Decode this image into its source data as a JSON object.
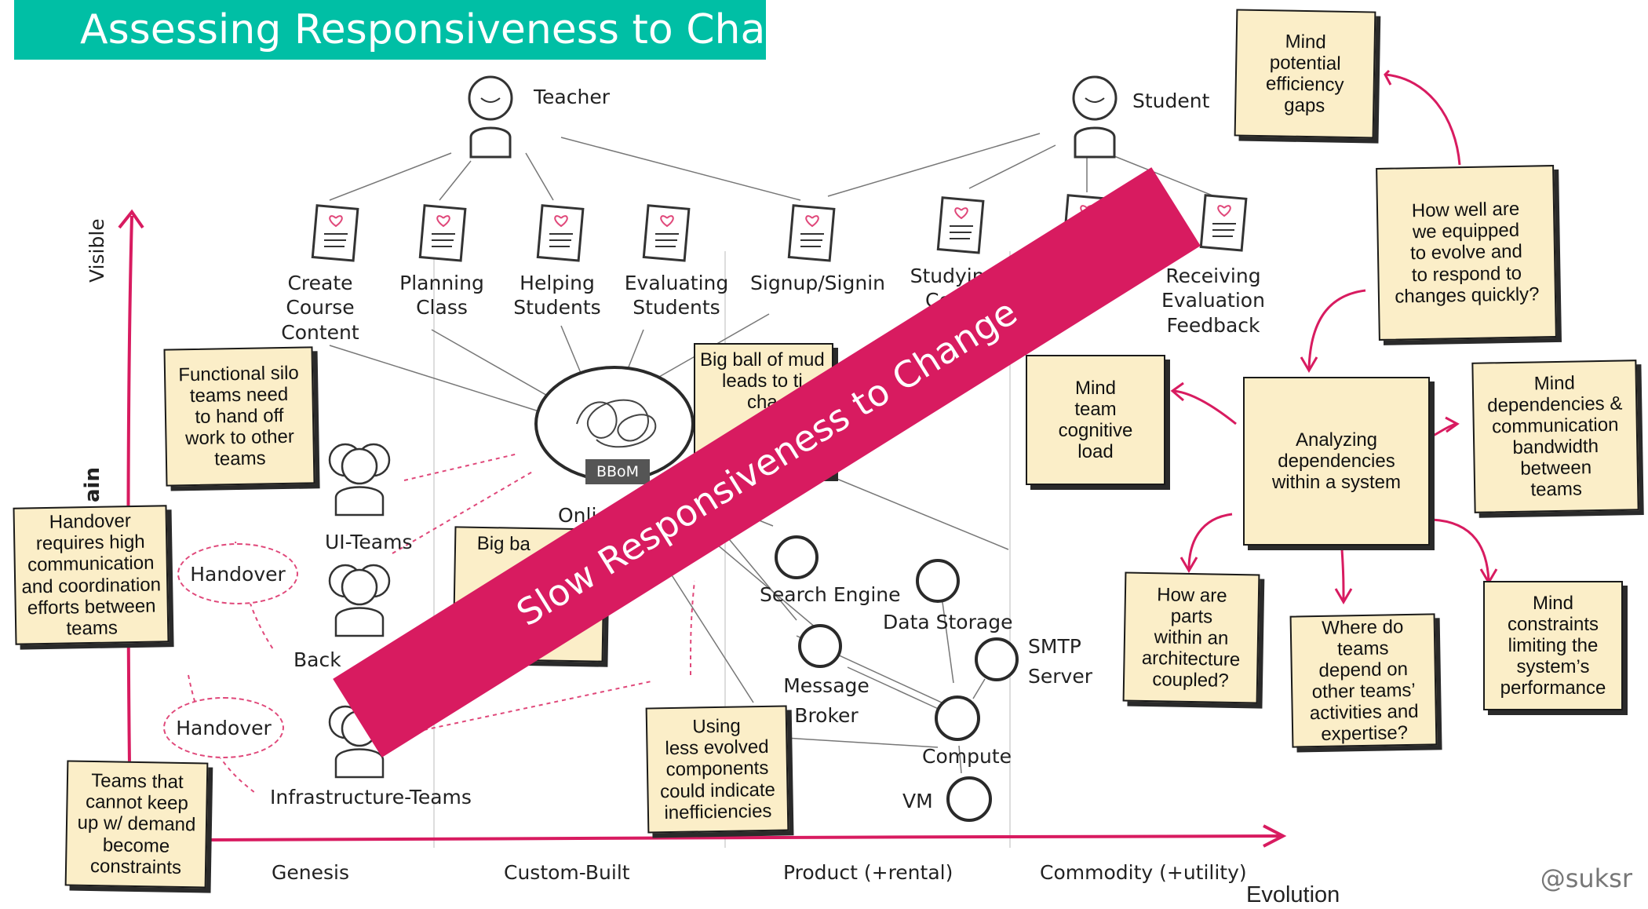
{
  "title": "Assessing Responsiveness to Change",
  "users": [
    {
      "name": "Teacher"
    },
    {
      "name": "Student"
    }
  ],
  "needs": [
    {
      "label": "Create\nCourse\nContent"
    },
    {
      "label": "Planning\nClass"
    },
    {
      "label": "Helping\nStudents"
    },
    {
      "label": "Evaluating\nStudents"
    },
    {
      "label": "Signup/Signin"
    },
    {
      "label": "Studying\nCours"
    },
    {
      "label": "Receiving\nEvaluation\nFeedback"
    }
  ],
  "teams": [
    {
      "label": "UI-Teams"
    },
    {
      "label": "Back"
    },
    {
      "label": "Infrastructure-Teams"
    }
  ],
  "handovers": [
    {
      "label": "Handover"
    },
    {
      "label": "Handover"
    }
  ],
  "bbom": {
    "tag": "BBoM",
    "label": "Onli"
  },
  "components": [
    {
      "label": "Search Engine"
    },
    {
      "label": "Data Storage"
    },
    {
      "label": "SMTP\nServer"
    },
    {
      "label": "Message\nBroker"
    },
    {
      "label": "Compute"
    },
    {
      "label": "VM"
    }
  ],
  "notes": {
    "silo": "Functional silo\nteams need\nto hand off\nwork to other\nteams",
    "handover_req": "Handover\nrequires high\ncommunication\nand coordination\nefforts between\nteams",
    "keepup": "Teams that\ncannot keep\nup w/ demand\nbecome\nconstraints",
    "bigball": "Big ball of mud\nleads to ti\ncha",
    "bigball2": "Big ba\n\nno\nownership",
    "lessevolved": "Using\nless evolved\ncomponents\ncould indicate\ninefficiencies",
    "potential": "Mind\npotential\nefficiency\ngaps",
    "equipped": "How well are\nwe equipped\nto evolve and\nto respond to\nchanges quickly?",
    "cognitive": "Mind\nteam\ncognitive\nload",
    "analyzing": "Analyzing\ndependencies\nwithin a system",
    "bandwidth": "Mind\ndependencies &\ncommunication\nbandwidth\nbetween\nteams",
    "coupled": "How are\nparts\nwithin an\narchitecture\ncoupled?",
    "dependteams": "Where do teams\ndepend on\nother teams’\nactivities and\nexpertise?",
    "constraints": "Mind\nconstraints\nlimiting the\nsystem’s\nperformance"
  },
  "axis": {
    "y_label": "Visible",
    "y_fragment": "ain",
    "x_label": "Evolution",
    "stages": [
      "Genesis",
      "Custom-Built",
      "Product (+rental)",
      "Commodity (+utility)"
    ]
  },
  "banner": "Slow Responsiveness to Change",
  "credit": "@suksr",
  "colors": {
    "title_bg": "#00bfa5",
    "accent": "#d81b60",
    "note_bg": "#fbeec8"
  }
}
